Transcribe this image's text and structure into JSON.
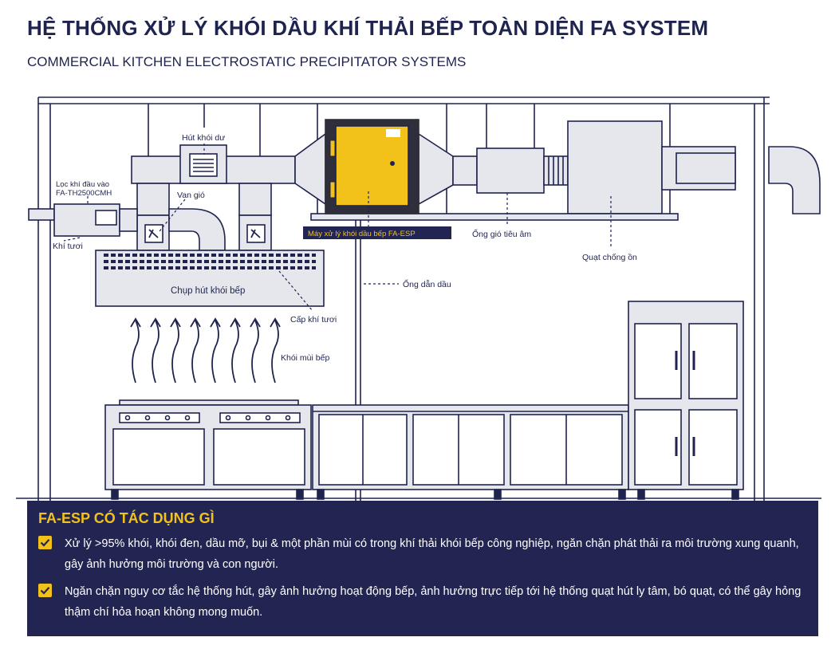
{
  "header": {
    "title": "HỆ THỐNG XỬ LÝ KHÓI DẦU KHÍ THẢI BẾP TOÀN DIỆN FA SYSTEM",
    "subtitle": "COMMERCIAL KITCHEN ELECTROSTATIC PRECIPITATOR SYSTEMS"
  },
  "diagram": {
    "labels": {
      "residual_smoke": "Hút khói dư",
      "air_filter_line1": "Lọc khí đầu vào",
      "air_filter_line2": "FA-TH2500CMH",
      "damper": "Van gió",
      "fresh_air": "Khí tươi",
      "esp_machine": "Máy xử lý khói dầu bếp FA-ESP",
      "silencer": "Ống gió tiêu âm",
      "fan": "Quạt chống ồn",
      "oil_pipe": "Ống dẫn dầu",
      "hood": "Chụp hút khói bếp",
      "fresh_supply": "Cấp khí tươi",
      "cooking_smoke": "Khói mùi bếp"
    },
    "colors": {
      "line": "#1f2350",
      "fill": "#e6e7ec",
      "dark": "#2e2f3a",
      "yellow": "#f2c21b",
      "navy": "#222552"
    }
  },
  "info": {
    "title": "FA-ESP CÓ TÁC DỤNG GÌ",
    "bullets": [
      "Xử lý >95% khói, khói đen, dầu mỡ, bụi & một phần mùi có trong khí thải khói bếp công nghiệp, ngăn chặn phát thải ra môi trường xung quanh, gây ảnh hưởng môi trường và con người.",
      "Ngăn chặn nguy cơ tắc hệ thống hút, gây ảnh hưởng hoạt động bếp, ảnh hưởng trực tiếp tới hệ thống quạt hút ly tâm, bó quạt, có thể gây hỏng thậm chí hỏa hoạn không mong muốn."
    ],
    "check_icon": "check-icon"
  }
}
